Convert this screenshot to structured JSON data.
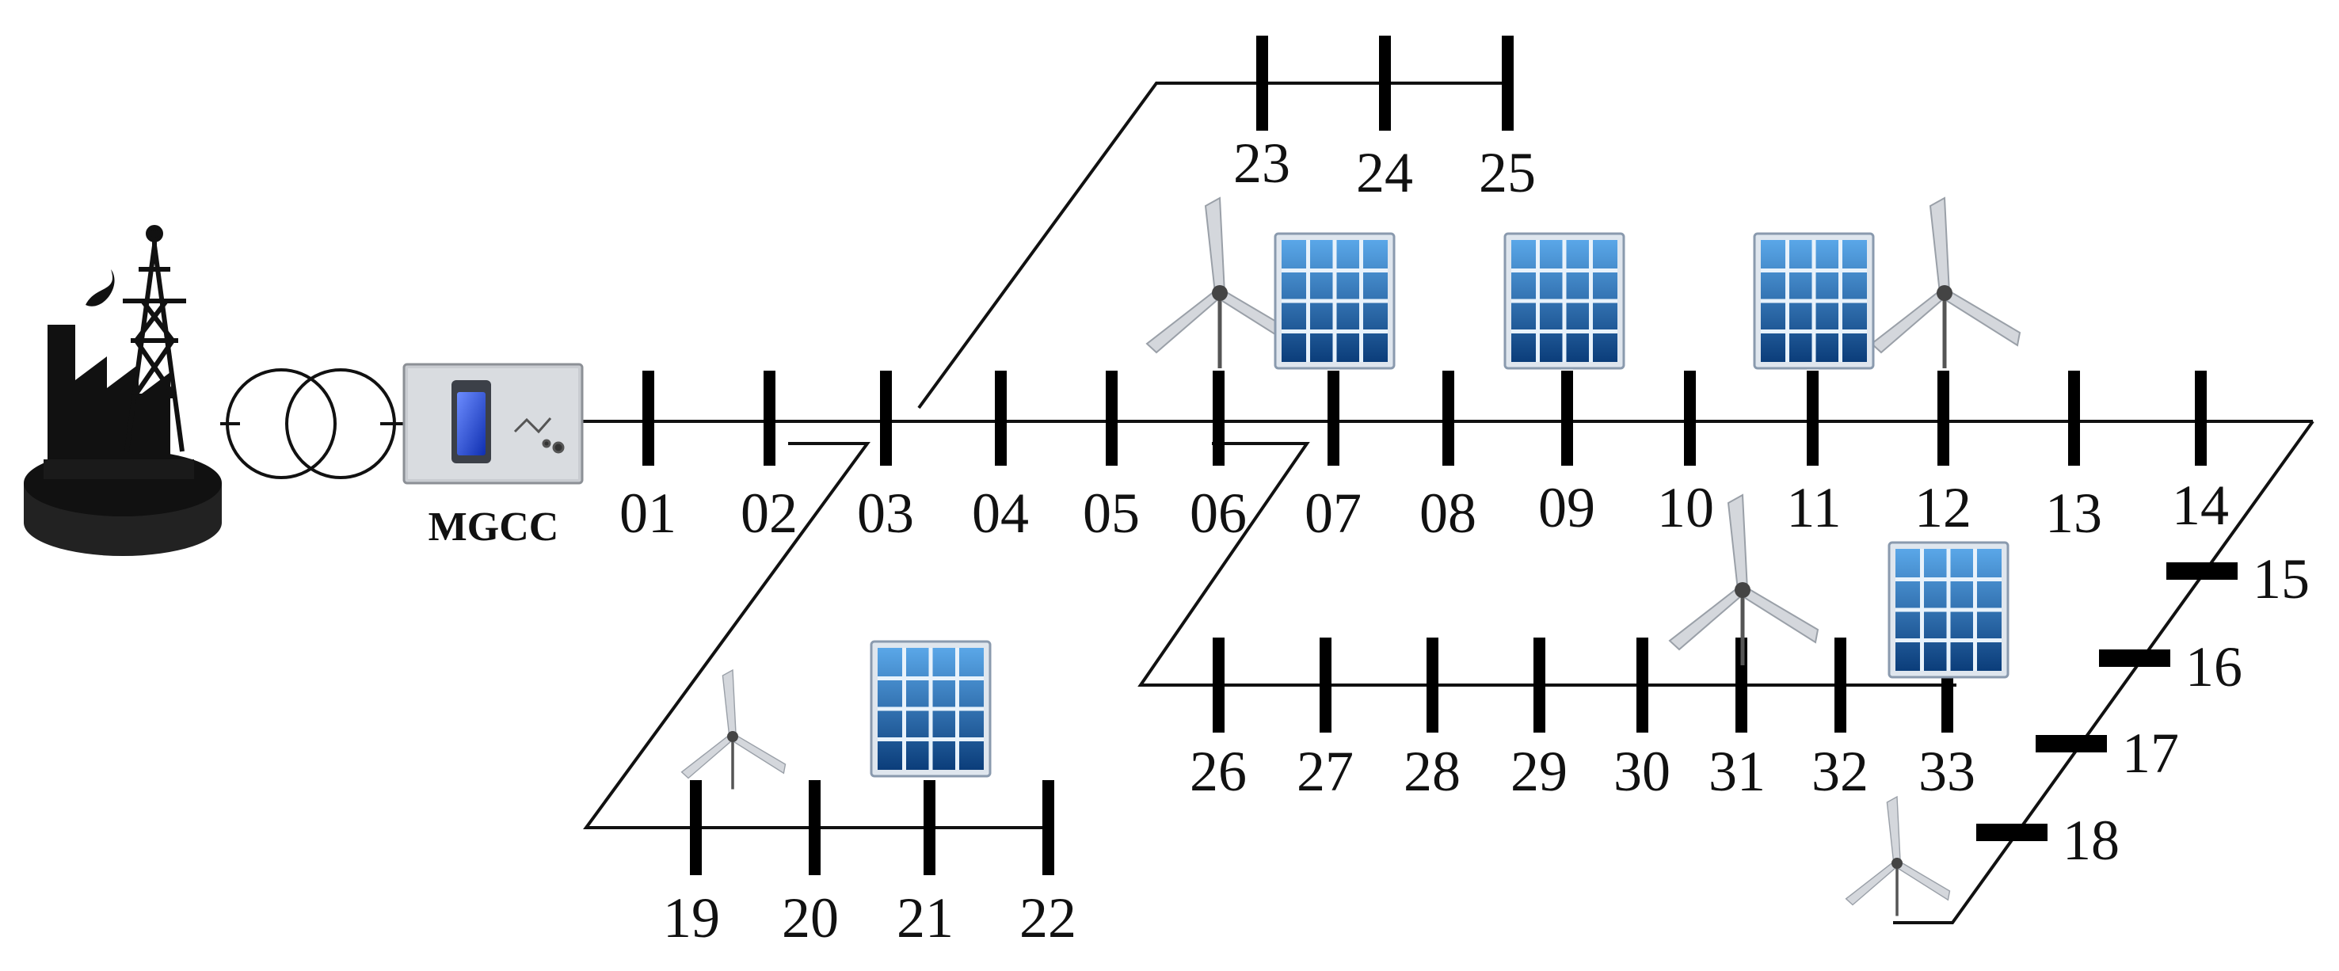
{
  "diagram": {
    "mgcc_label": "MGCC",
    "main_feeder_buses": [
      "01",
      "02",
      "03",
      "04",
      "05",
      "06",
      "07",
      "08",
      "09",
      "10",
      "11",
      "12",
      "13",
      "14"
    ],
    "feeder_15_18_buses": [
      "15",
      "16",
      "17",
      "18"
    ],
    "branch_19_22_buses": [
      "19",
      "20",
      "21",
      "22"
    ],
    "branch_23_25_buses": [
      "23",
      "24",
      "25"
    ],
    "branch_26_33_buses": [
      "26",
      "27",
      "28",
      "29",
      "30",
      "31",
      "32",
      "33"
    ]
  },
  "icons": {
    "power_plant": "power-plant-icon",
    "transmission_tower": "transmission-tower-icon",
    "transformer": "transformer-icon",
    "controller": "mgcc-controller-icon",
    "wind_turbine": "wind-turbine-icon",
    "solar_panel": "solar-panel-icon"
  },
  "colors": {
    "line": "#111111",
    "bus_bar": "#000000",
    "solar_dark": "#0b3d7a",
    "solar_light": "#3d8fd6",
    "controller_screen": "#1e4fd8",
    "controller_body": "#c9ccd1"
  }
}
